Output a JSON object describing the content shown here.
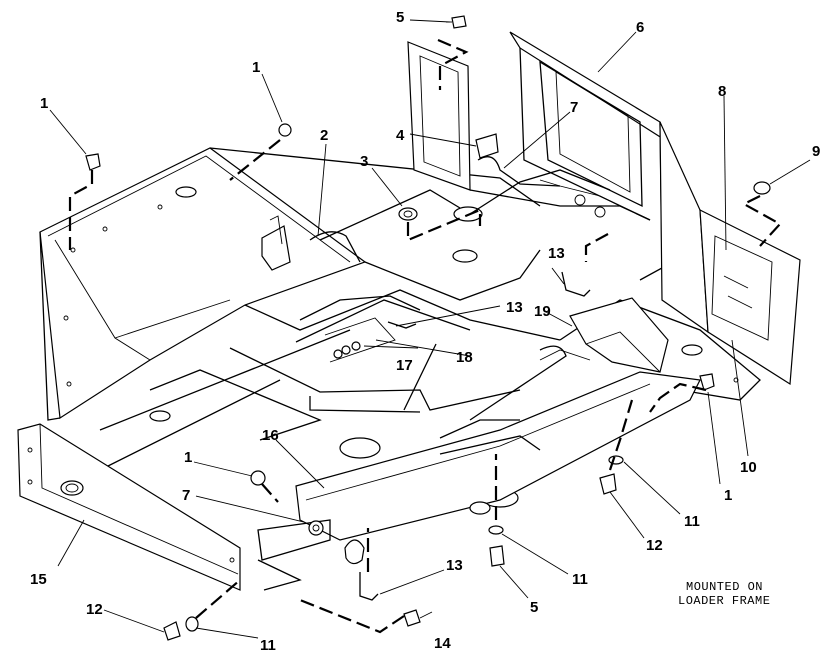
{
  "figure": {
    "note_lines": [
      "MOUNTED ON",
      "LOADER FRAME"
    ]
  },
  "callouts": [
    {
      "id": "c1a",
      "label": "1"
    },
    {
      "id": "c1b",
      "label": "1"
    },
    {
      "id": "c1c",
      "label": "1"
    },
    {
      "id": "c1d",
      "label": "1"
    },
    {
      "id": "c2",
      "label": "2"
    },
    {
      "id": "c3",
      "label": "3"
    },
    {
      "id": "c4",
      "label": "4"
    },
    {
      "id": "c5a",
      "label": "5"
    },
    {
      "id": "c5b",
      "label": "5"
    },
    {
      "id": "c6",
      "label": "6"
    },
    {
      "id": "c7a",
      "label": "7"
    },
    {
      "id": "c7b",
      "label": "7"
    },
    {
      "id": "c8",
      "label": "8"
    },
    {
      "id": "c9",
      "label": "9"
    },
    {
      "id": "c10",
      "label": "10"
    },
    {
      "id": "c11a",
      "label": "11"
    },
    {
      "id": "c11b",
      "label": "11"
    },
    {
      "id": "c11c",
      "label": "11"
    },
    {
      "id": "c12a",
      "label": "12"
    },
    {
      "id": "c12b",
      "label": "12"
    },
    {
      "id": "c13a",
      "label": "13"
    },
    {
      "id": "c13b",
      "label": "13"
    },
    {
      "id": "c13c",
      "label": "13"
    },
    {
      "id": "c14",
      "label": "14"
    },
    {
      "id": "c15",
      "label": "15"
    },
    {
      "id": "c16",
      "label": "16"
    },
    {
      "id": "c17",
      "label": "17"
    },
    {
      "id": "c18",
      "label": "18"
    },
    {
      "id": "c19",
      "label": "19"
    }
  ]
}
